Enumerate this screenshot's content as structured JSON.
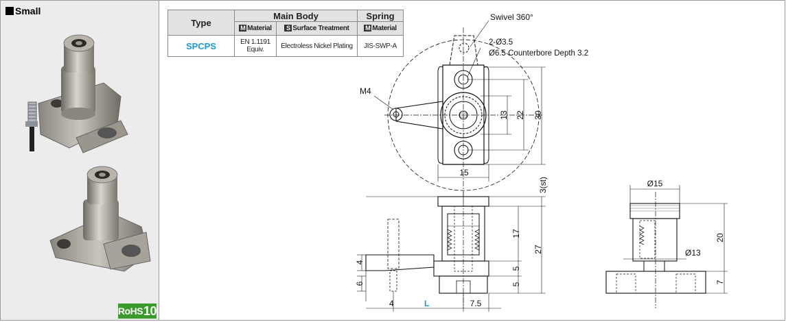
{
  "panel": {
    "title": "Small",
    "rohs_text": "RoHS",
    "rohs_num": "10"
  },
  "table": {
    "type_header": "Type",
    "main_body_header": "Main Body",
    "spring_header": "Spring",
    "material_badge": "M",
    "surface_badge": "S",
    "material_label": "Material",
    "surface_label": "Surface Treatment",
    "spring_material_label": "Material",
    "row": {
      "type": "SPCPS",
      "material_line1": "EN 1.1191",
      "material_line2": "Equiv.",
      "surface": "Electroless Nickel Plating",
      "spring_material": "JIS-SWP-A"
    }
  },
  "drawing": {
    "swivel": "Swivel 360°",
    "holes": "2-Ø3.5",
    "counterbore": "Ø6.5 Counterbore Depth 3.2",
    "thread": "M4",
    "dim_13": "13",
    "dim_22": "22",
    "dim_30": "30",
    "dim_15": "15",
    "dim_3st": "3(st)",
    "dim_17": "17",
    "dim_27": "27",
    "dim_5a": "5",
    "dim_5b": "5",
    "dim_4": "4",
    "dim_6": "6",
    "dim_4b": "4",
    "dim_L": "L",
    "dim_7_5": "7.5",
    "dim_d15": "Ø15",
    "dim_d13": "Ø13",
    "dim_20": "20",
    "dim_7": "7"
  },
  "colors": {
    "accent_blue": "#1a9ad6",
    "rohs_green": "#3a9a2c"
  }
}
